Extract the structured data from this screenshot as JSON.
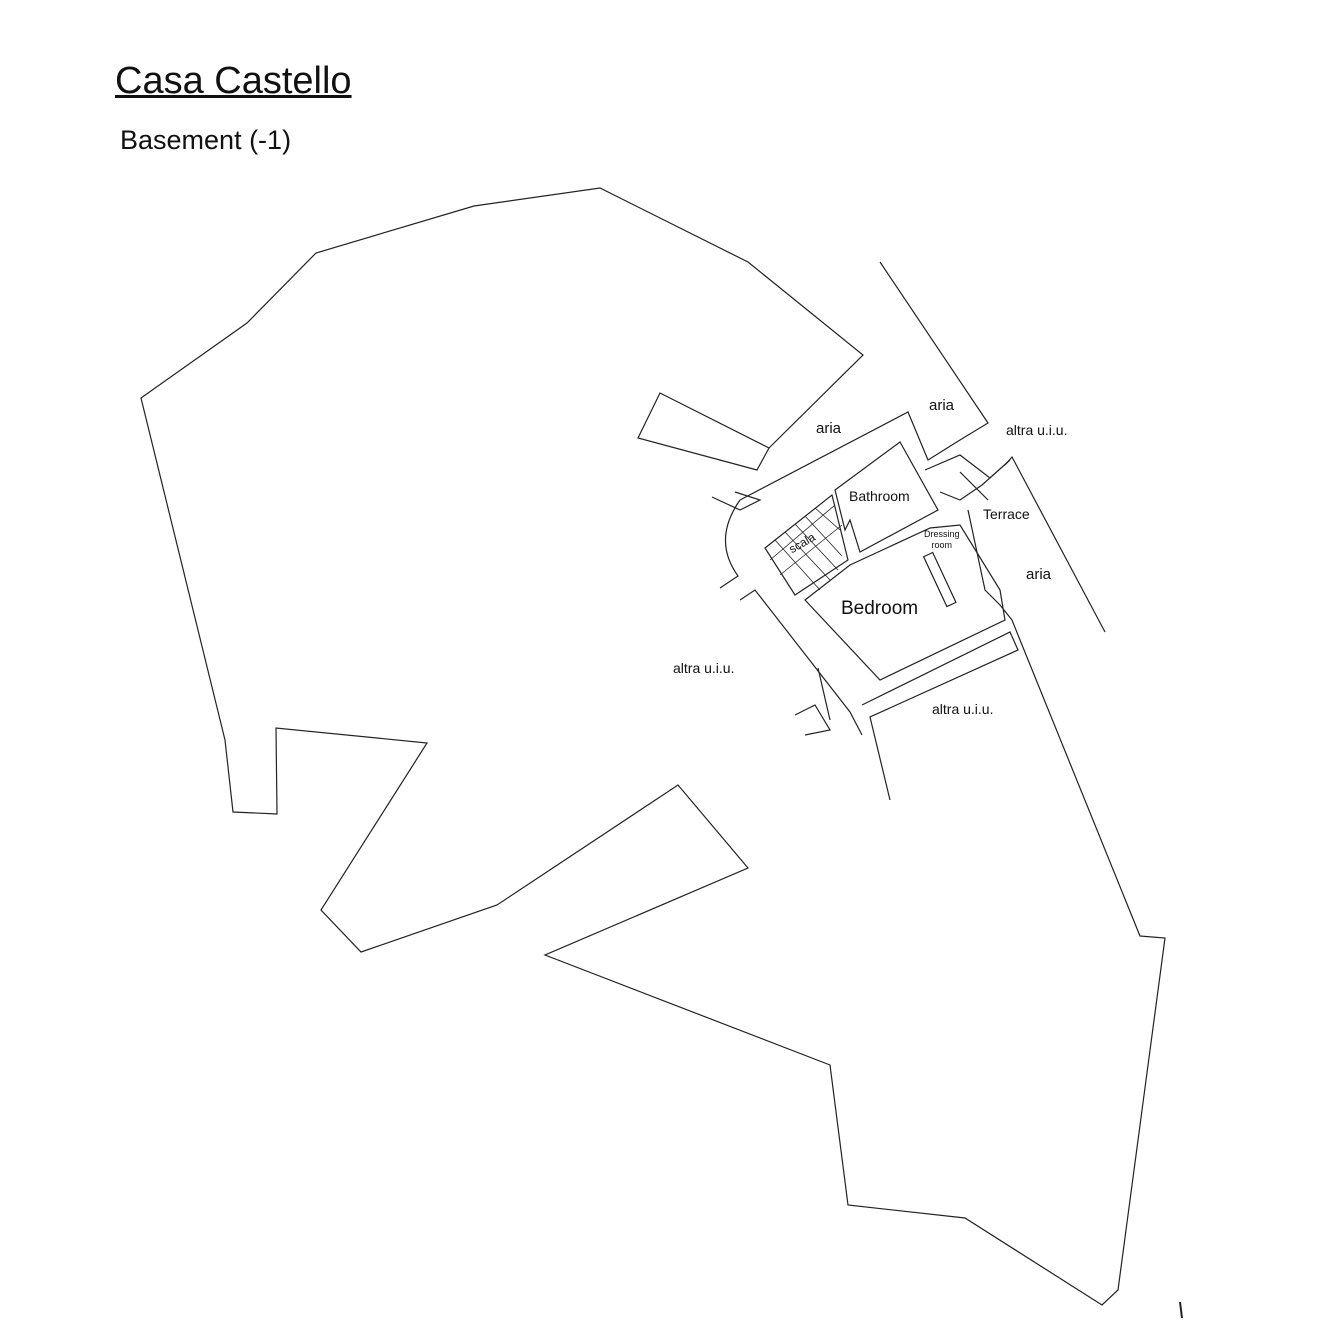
{
  "header": {
    "title": "Casa Castello",
    "subtitle": "Basement (-1)"
  },
  "rooms": {
    "bathroom": "Bathroom",
    "bedroom": "Bedroom",
    "terrace": "Terrace",
    "dressing_line1": "Dressing",
    "dressing_line2": "room",
    "stairs": "scala"
  },
  "areas": {
    "aria_1": "aria",
    "aria_2": "aria",
    "aria_3": "aria",
    "altra_1": "altra u.i.u.",
    "altra_2": "altra u.i.u.",
    "altra_3": "altra u.i.u."
  }
}
